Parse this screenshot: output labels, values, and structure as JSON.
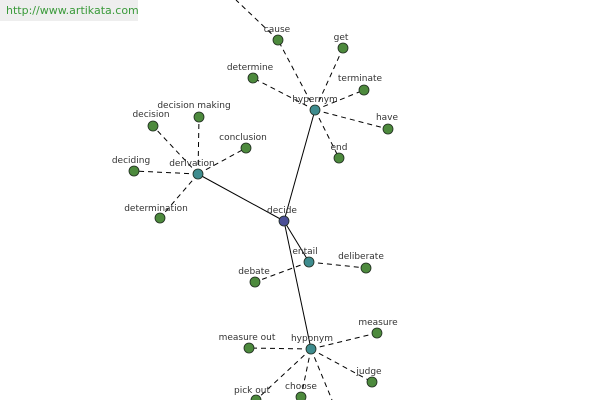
{
  "watermark": "http://www.artikata.com",
  "colors": {
    "center": "#4b4f96",
    "hub": "#3e8c8e",
    "leaf": "#4d8a3d"
  },
  "nodes": [
    {
      "id": "decide",
      "label": "decide",
      "kind": "center"
    },
    {
      "id": "hypernym",
      "label": "hypernym",
      "kind": "hub"
    },
    {
      "id": "derivation",
      "label": "derivation",
      "kind": "hub"
    },
    {
      "id": "entail",
      "label": "entail",
      "kind": "hub"
    },
    {
      "id": "hyponym",
      "label": "hyponym",
      "kind": "hub"
    },
    {
      "id": "cause",
      "label": "cause",
      "kind": "leaf"
    },
    {
      "id": "get",
      "label": "get",
      "kind": "leaf"
    },
    {
      "id": "determine",
      "label": "determine",
      "kind": "leaf"
    },
    {
      "id": "terminate",
      "label": "terminate",
      "kind": "leaf"
    },
    {
      "id": "have",
      "label": "have",
      "kind": "leaf"
    },
    {
      "id": "end",
      "label": "end",
      "kind": "leaf"
    },
    {
      "id": "decision",
      "label": "decision",
      "kind": "leaf"
    },
    {
      "id": "decision_making",
      "label": "decision making",
      "kind": "leaf"
    },
    {
      "id": "conclusion",
      "label": "conclusion",
      "kind": "leaf"
    },
    {
      "id": "deciding",
      "label": "deciding",
      "kind": "leaf"
    },
    {
      "id": "determination",
      "label": "determination",
      "kind": "leaf"
    },
    {
      "id": "deliberate",
      "label": "deliberate",
      "kind": "leaf"
    },
    {
      "id": "debate",
      "label": "debate",
      "kind": "leaf"
    },
    {
      "id": "measure",
      "label": "measure",
      "kind": "leaf"
    },
    {
      "id": "measure_out",
      "label": "measure out",
      "kind": "leaf"
    },
    {
      "id": "judge",
      "label": "judge",
      "kind": "leaf"
    },
    {
      "id": "choose",
      "label": "choose",
      "kind": "leaf"
    },
    {
      "id": "pick_out",
      "label": "pick out",
      "kind": "leaf"
    }
  ],
  "edges": [
    {
      "from": "decide",
      "to": "hypernym",
      "style": "solid"
    },
    {
      "from": "decide",
      "to": "derivation",
      "style": "solid"
    },
    {
      "from": "decide",
      "to": "entail",
      "style": "solid"
    },
    {
      "from": "decide",
      "to": "hyponym",
      "style": "solid"
    },
    {
      "from": "hypernym",
      "to": "cause",
      "style": "dashed"
    },
    {
      "from": "hypernym",
      "to": "get",
      "style": "dashed"
    },
    {
      "from": "hypernym",
      "to": "determine",
      "style": "dashed"
    },
    {
      "from": "hypernym",
      "to": "terminate",
      "style": "dashed"
    },
    {
      "from": "hypernym",
      "to": "have",
      "style": "dashed"
    },
    {
      "from": "hypernym",
      "to": "end",
      "style": "dashed"
    },
    {
      "from": "derivation",
      "to": "decision",
      "style": "dashed"
    },
    {
      "from": "derivation",
      "to": "decision_making",
      "style": "dashed"
    },
    {
      "from": "derivation",
      "to": "conclusion",
      "style": "dashed"
    },
    {
      "from": "derivation",
      "to": "deciding",
      "style": "dashed"
    },
    {
      "from": "derivation",
      "to": "determination",
      "style": "dashed"
    },
    {
      "from": "entail",
      "to": "deliberate",
      "style": "dashed"
    },
    {
      "from": "entail",
      "to": "debate",
      "style": "dashed"
    },
    {
      "from": "hyponym",
      "to": "measure",
      "style": "dashed"
    },
    {
      "from": "hyponym",
      "to": "measure_out",
      "style": "dashed"
    },
    {
      "from": "hyponym",
      "to": "judge",
      "style": "dashed"
    },
    {
      "from": "hyponym",
      "to": "choose",
      "style": "dashed"
    },
    {
      "from": "hyponym",
      "to": "pick_out",
      "style": "dashed"
    }
  ]
}
